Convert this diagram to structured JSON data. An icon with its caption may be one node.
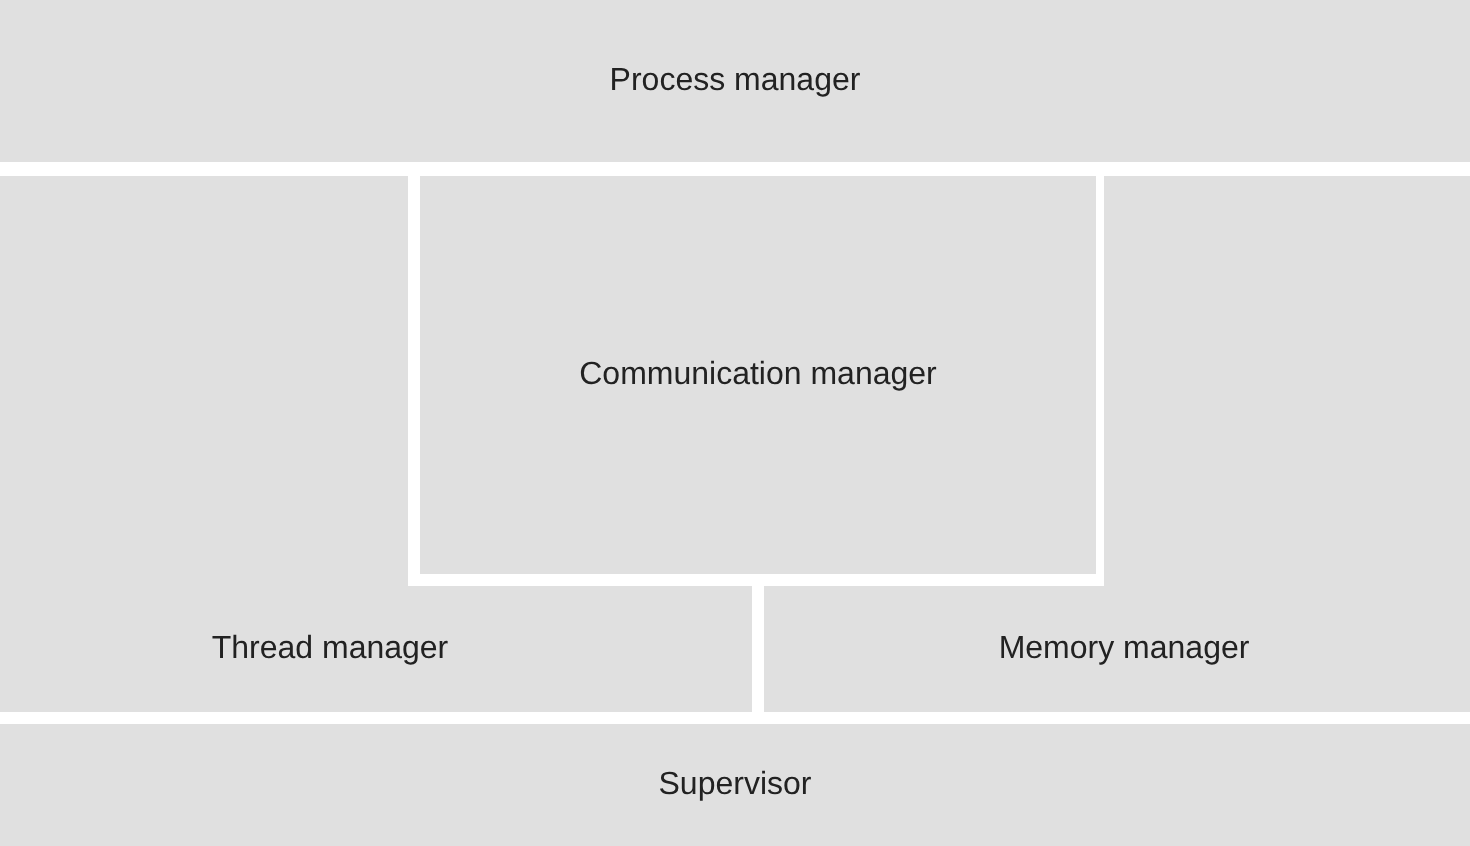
{
  "diagram": {
    "nodes": [
      {
        "text": [
          "Process manager"
        ]
      },
      {
        "text": [
          "Communication manager"
        ]
      },
      {
        "text": [
          "Thread manager"
        ]
      },
      {
        "text": [
          "Memory manager"
        ]
      },
      {
        "text": [
          "Supervisor"
        ]
      }
    ]
  }
}
